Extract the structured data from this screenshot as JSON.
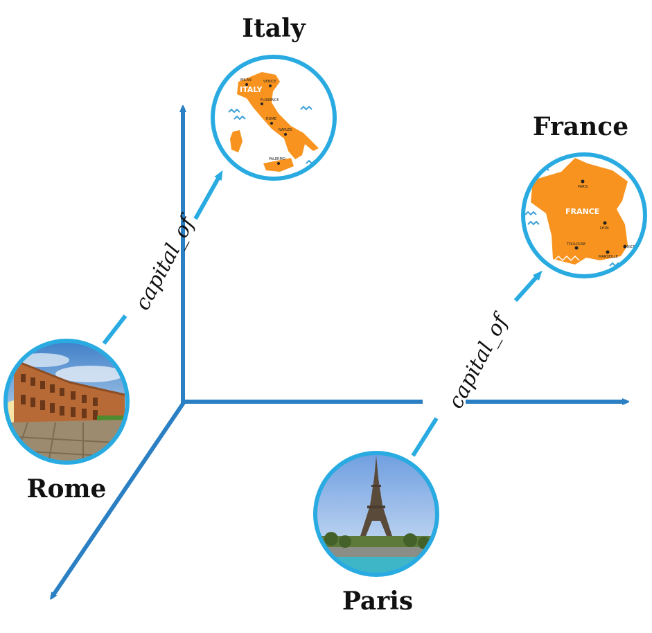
{
  "nodes": {
    "italy": {
      "label": "Italy",
      "map_label": "ITALY",
      "cities": [
        "MILAN",
        "VENICE",
        "FLORENCE",
        "ROME",
        "NAPLES",
        "PALERMO"
      ]
    },
    "france": {
      "label": "France",
      "map_label": "FRANCE",
      "cities": [
        "PARIS",
        "LYON",
        "TOULOUSE",
        "MARSEILLE",
        "NICE"
      ]
    },
    "rome": {
      "label": "Rome",
      "image": "colosseum"
    },
    "paris": {
      "label": "Paris",
      "image": "eiffel-tower"
    }
  },
  "relations": [
    {
      "label": "capital_of",
      "from": "Rome",
      "to": "Italy"
    },
    {
      "label": "capital_of",
      "from": "Paris",
      "to": "France"
    }
  ],
  "colors": {
    "axis": "#2b7fc3",
    "ring": "#29abe2",
    "arrow": "#29abe2",
    "map": "#f7931e",
    "sea": "#3aa0d8"
  }
}
